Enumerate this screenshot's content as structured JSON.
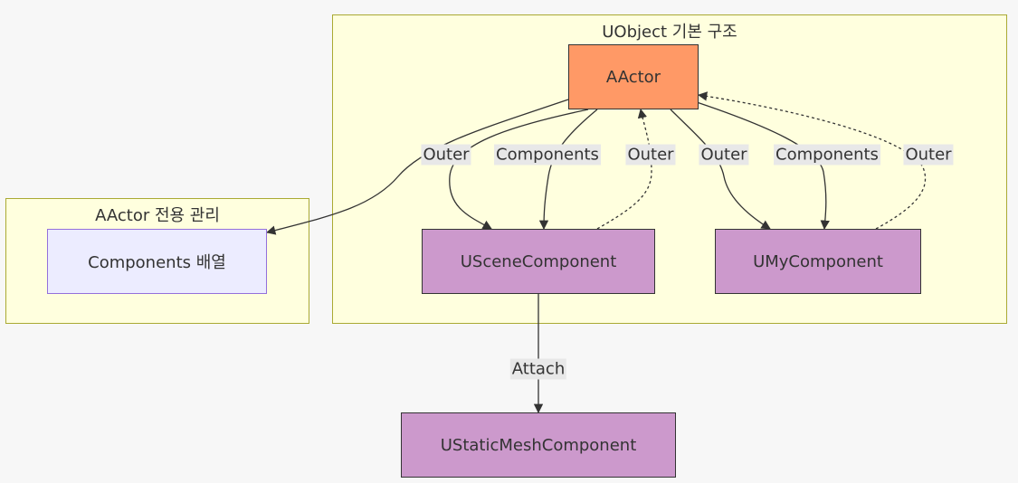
{
  "clusters": {
    "uobject": {
      "title": "UObject 기본 구조"
    },
    "aactor_mgmt": {
      "title": "AActor 전용 관리"
    }
  },
  "nodes": {
    "aactor": "AActor",
    "components_array": "Components 배열",
    "uscene": "USceneComponent",
    "umy": "UMyComponent",
    "ustaticmesh": "UStaticMeshComponent"
  },
  "edges": {
    "outer_to_array": "Outer",
    "components_to_scene": "Components",
    "scene_outer": "Outer",
    "outer_to_umy": "Outer",
    "components_to_umy": "Components",
    "umy_outer": "Outer",
    "attach": "Attach"
  },
  "colors": {
    "cluster_fill": "#ffffde",
    "cluster_border": "#aaaa33",
    "aactor_fill": "#ff9966",
    "component_fill": "#cc99cc",
    "array_fill": "#ececff",
    "array_border": "#9370db",
    "edge": "#333333"
  }
}
